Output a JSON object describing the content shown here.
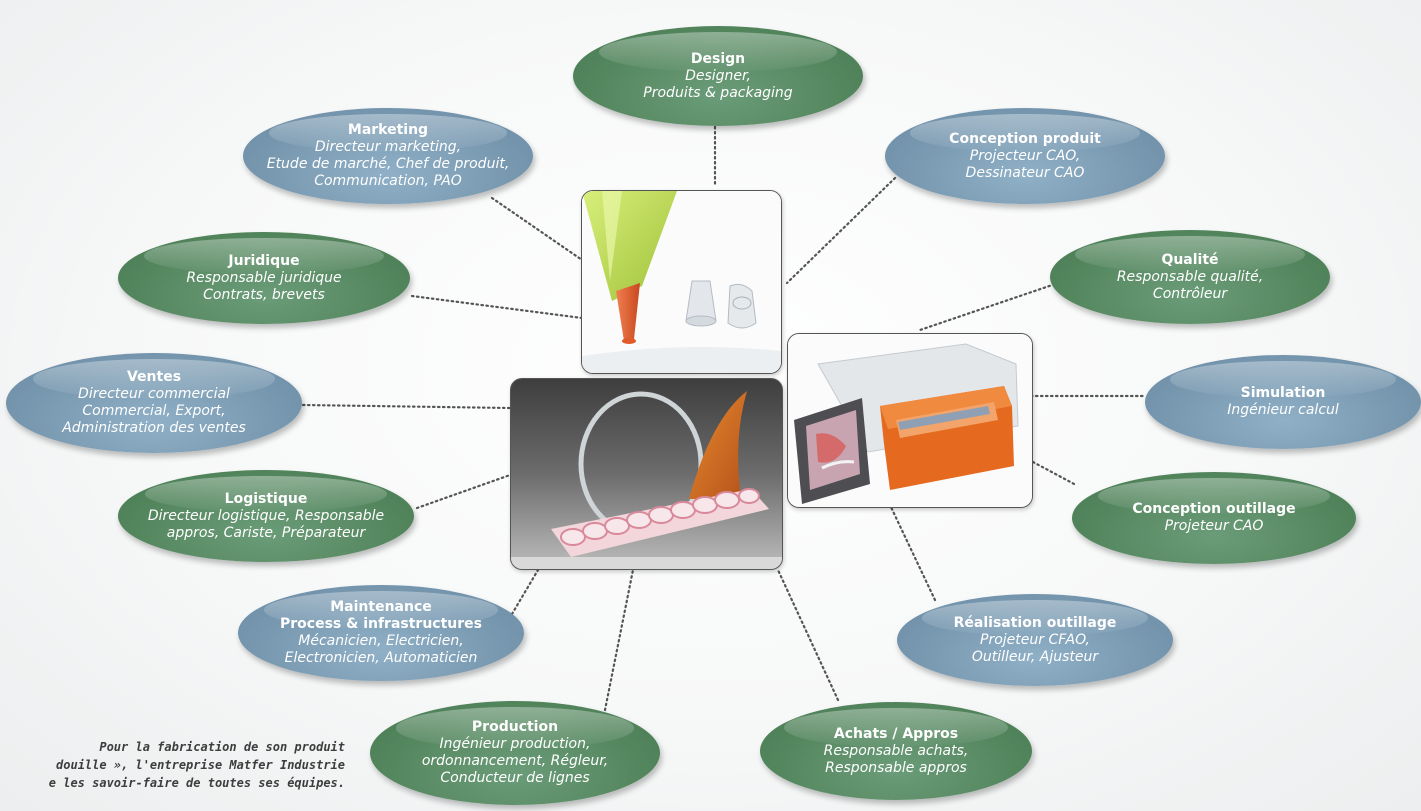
{
  "nodes": {
    "design": {
      "title": "Design",
      "lines": [
        "Designer,",
        "Produits & packaging"
      ]
    },
    "marketing": {
      "title": "Marketing",
      "lines": [
        "Directeur marketing,",
        "Etude de marché, Chef de produit,",
        "Communication, PAO"
      ]
    },
    "conception_produit": {
      "title": "Conception produit",
      "lines": [
        "Projecteur CAO,",
        "Dessinateur CAO"
      ]
    },
    "juridique": {
      "title": "Juridique",
      "lines": [
        "Responsable juridique",
        "Contrats, brevets"
      ]
    },
    "qualite": {
      "title": "Qualité",
      "lines": [
        "Responsable qualité,",
        "Contrôleur"
      ]
    },
    "ventes": {
      "title": "Ventes",
      "lines": [
        "Directeur commercial",
        "Commercial, Export,",
        "Administration des ventes"
      ]
    },
    "simulation": {
      "title": "Simulation",
      "lines": [
        "Ingénieur calcul"
      ]
    },
    "logistique": {
      "title": "Logistique",
      "lines": [
        "Directeur logistique, Responsable",
        "appros, Cariste, Préparateur"
      ]
    },
    "conception_outillage": {
      "title": "Conception outillage",
      "lines": [
        "Projeteur CAO"
      ]
    },
    "maintenance": {
      "title_lines": [
        "Maintenance",
        "Process & infrastructures"
      ],
      "lines": [
        "Mécanicien, Electricien,",
        "Electronicien, Automaticien"
      ]
    },
    "realisation_outillage": {
      "title": "Réalisation outillage",
      "lines": [
        "Projeteur CFAO,",
        "Outilleur, Ajusteur"
      ]
    },
    "production": {
      "title": "Production",
      "lines": [
        "Ingénieur production,",
        "ordonnancement, Régleur,",
        "Conducteur de lignes"
      ]
    },
    "achats": {
      "title": "Achats / Appros",
      "lines": [
        "Responsable achats,",
        "Responsable appros"
      ]
    }
  },
  "caption": {
    "lines": [
      "Pour la fabrication de son produit",
      "douille », l'entreprise Matfer Industrie",
      "e les savoir-faire de toutes ses équipes."
    ]
  },
  "colors": {
    "green": "#55875f",
    "blue": "#7898b0",
    "connector": "#555555"
  }
}
